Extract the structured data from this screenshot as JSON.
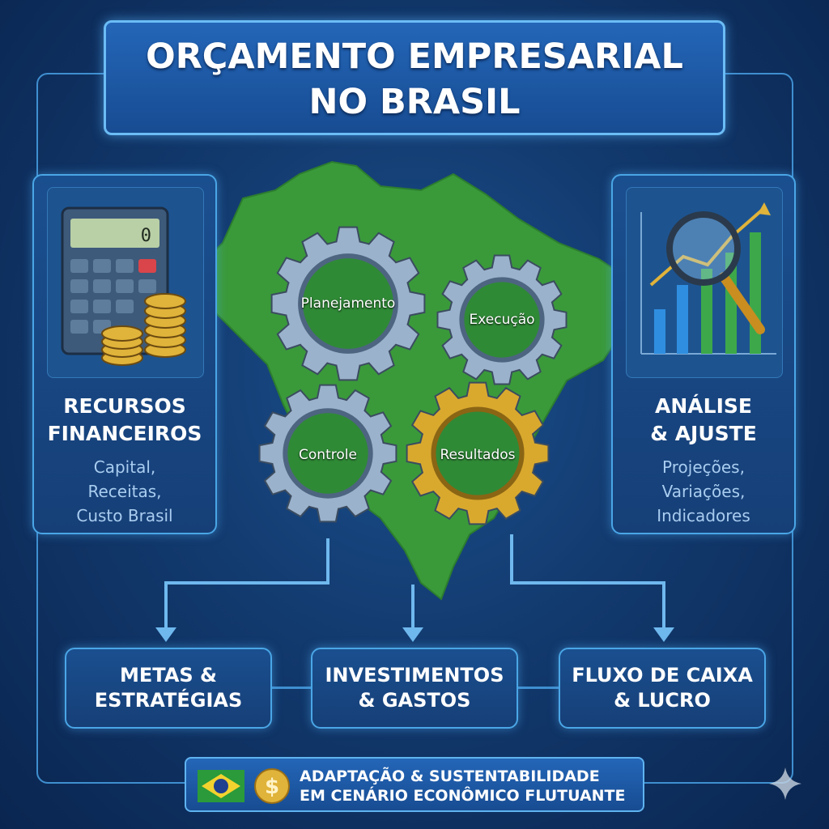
{
  "title": {
    "line1": "ORÇAMENTO EMPRESARIAL",
    "line2": "NO BRASIL"
  },
  "left_panel": {
    "icon": "calculator-with-coins-icon",
    "calculator_display": "0",
    "title_lines": [
      "RECURSOS",
      "FINANCEIROS"
    ],
    "subtitle_lines": [
      "Capital,",
      "Receitas,",
      "Custo Brasil"
    ]
  },
  "right_panel": {
    "icon": "magnifier-bar-chart-icon",
    "title_lines": [
      "ANÁLISE",
      "& AJUSTE"
    ],
    "subtitle_lines": [
      "Projeções,",
      "Variações,",
      "Indicadores"
    ]
  },
  "gears": [
    {
      "label": "Planejamento",
      "color": "#9bb2cc"
    },
    {
      "label": "Execução",
      "color": "#9bb2cc"
    },
    {
      "label": "Controle",
      "color": "#9bb2cc"
    },
    {
      "label": "Resultados",
      "color": "#d9a92e"
    }
  ],
  "boxes": [
    {
      "lines": [
        "METAS &",
        "ESTRATÉGIAS"
      ]
    },
    {
      "lines": [
        "INVESTIMENTOS",
        "& GASTOS"
      ]
    },
    {
      "lines": [
        "FLUXO DE CAIXA",
        "& LUCRO"
      ]
    }
  ],
  "banner": {
    "line1": "ADAPTAÇÃO & SUSTENTABILIDADE",
    "line2": "EM CENÁRIO ECONÔMICO FLUTUANTE",
    "icons": [
      "brazil-flag-icon",
      "dollar-coin-icon"
    ]
  },
  "colors": {
    "map": "#3a9a3a",
    "accent": "#4aa6e6",
    "gold": "#e0b33a"
  }
}
